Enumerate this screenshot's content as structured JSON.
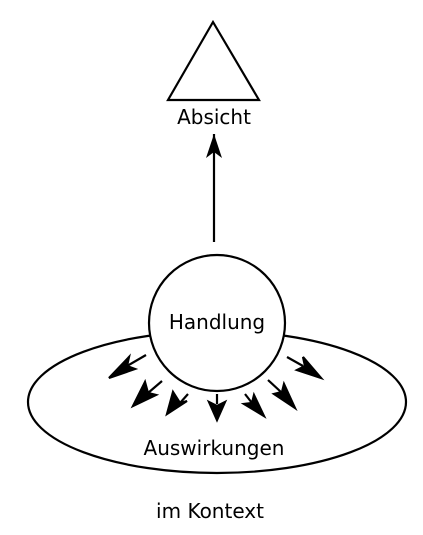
{
  "diagram": {
    "labels": {
      "intent": "Absicht",
      "action": "Handlung",
      "effects": "Auswirkungen",
      "context": "im Kontext"
    },
    "colors": {
      "stroke": "#000000",
      "fill": "#ffffff",
      "text": "#000000"
    }
  }
}
